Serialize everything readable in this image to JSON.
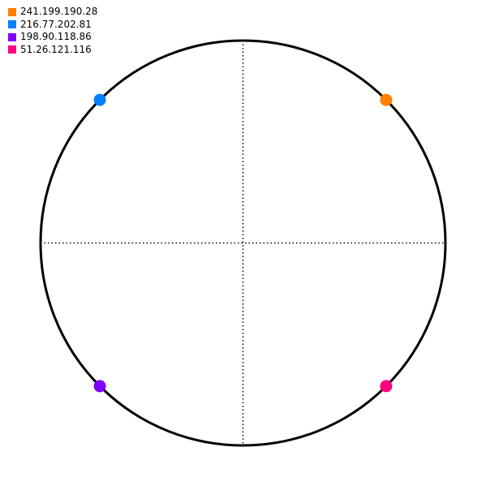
{
  "legend": {
    "items": [
      {
        "label": "241.199.190.28",
        "color": "#FF8000"
      },
      {
        "label": "216.77.202.81",
        "color": "#0080FF"
      },
      {
        "label": "198.90.118.86",
        "color": "#8000FF"
      },
      {
        "label": "51.26.121.116",
        "color": "#FF0080"
      }
    ]
  },
  "diagram": {
    "circle_color": "#000000",
    "axis_style": "dotted",
    "points": [
      {
        "label": "241.199.190.28",
        "angle_deg": 45,
        "color": "#FF8000"
      },
      {
        "label": "216.77.202.81",
        "angle_deg": 135,
        "color": "#0080FF"
      },
      {
        "label": "198.90.118.86",
        "angle_deg": 225,
        "color": "#8000FF"
      },
      {
        "label": "51.26.121.116",
        "angle_deg": 315,
        "color": "#FF0080"
      }
    ]
  }
}
